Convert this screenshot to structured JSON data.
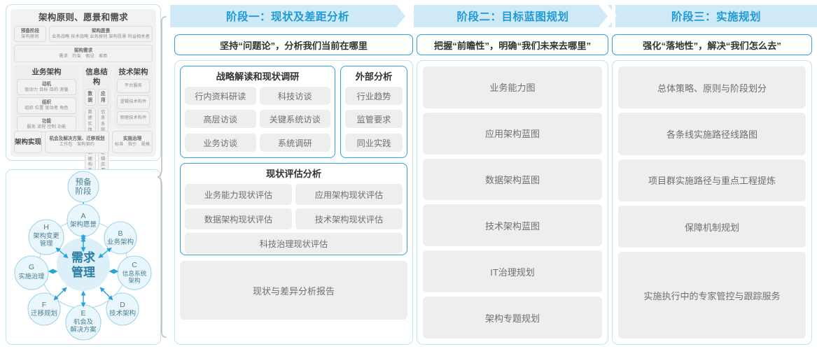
{
  "left_panel": {
    "togaf": {
      "title": "架构原则、愿景和需求",
      "row1": [
        {
          "head": "预备阶段",
          "sub": "架构原则"
        },
        {
          "head": "架构愿景",
          "sub": "业务战略 技术战略 业务原则 架构愿景 利益相关者"
        }
      ],
      "row2": {
        "head": "架构需求",
        "sub": "需求　约束　假设　差距"
      },
      "domains": [
        {
          "name": "业务架构",
          "groups": [
            {
              "head": "动机",
              "sub": "驱动力 目标 目的 测量"
            },
            {
              "head": "组织",
              "sub": "组织 位置 驱动者 角色"
            },
            {
              "head": "功能",
              "sub": "服务 流程 控制 功能"
            }
          ]
        },
        {
          "name": "信息结构",
          "columns": [
            {
              "items": [
                {
                  "head": "数据",
                  "sub": ""
                },
                {
                  "head": "",
                  "sub": "数据实体"
                },
                {
                  "head": "",
                  "sub": "逻辑数据构件"
                },
                {
                  "head": "",
                  "sub": "物理数据构件"
                }
              ]
            },
            {
              "items": [
                {
                  "head": "应用",
                  "sub": ""
                },
                {
                  "head": "",
                  "sub": "信息系统服务"
                },
                {
                  "head": "",
                  "sub": "逻辑应用构件"
                },
                {
                  "head": "",
                  "sub": "物理应用构件"
                }
              ]
            }
          ]
        },
        {
          "name": "技术架构",
          "items": [
            {
              "head": "",
              "sub": "平台服务"
            },
            {
              "head": "",
              "sub": "逻辑技术构件"
            },
            {
              "head": "",
              "sub": "物理技术构件"
            }
          ]
        }
      ],
      "row4": {
        "label": "架构实现",
        "tiles": [
          {
            "head": "机会及解决方案、迁移规划",
            "sub": "工作包　架构契约"
          },
          {
            "head": "实施治理",
            "sub": "标准　指引　规格"
          }
        ]
      }
    },
    "cycle": {
      "top_node": "预备阶段",
      "center": "需求管理",
      "nodes": [
        {
          "letter": "A",
          "label": "架构愿景"
        },
        {
          "letter": "B",
          "label": "业务架构"
        },
        {
          "letter": "C",
          "label": "信息系统架构"
        },
        {
          "letter": "D",
          "label": "技术架构"
        },
        {
          "letter": "E",
          "label": "机会及解决方案"
        },
        {
          "letter": "F",
          "label": "迁移规划"
        },
        {
          "letter": "G",
          "label": "实施治理"
        },
        {
          "letter": "H",
          "label": "架构变更管理"
        }
      ]
    }
  },
  "phases": [
    {
      "header": "阶段一：现状及差距分析",
      "subtitle": "坚持“问题论”，分析我们当前在哪里",
      "groups": [
        {
          "title": "战略解读和现状调研",
          "items": [
            "行内资料研读",
            "科技访谈",
            "高层访谈",
            "关键系统访谈",
            "业务访谈",
            "系统调研"
          ]
        },
        {
          "title": "外部分析",
          "items": [
            "行业趋势",
            "监管要求",
            "同业实践"
          ]
        },
        {
          "title": "现状评估分析",
          "items": [
            "业务能力现状评估",
            "应用架构现状评估",
            "数据架构现状评估",
            "技术架构现状评估",
            "科技治理现状评估"
          ]
        }
      ],
      "report": "现状与差异分析报告"
    },
    {
      "header": "阶段二：目标蓝图规划",
      "subtitle": "把握“前瞻性”，明确“我们未来去哪里”",
      "items": [
        "业务能力图",
        "应用架构蓝图",
        "数据架构蓝图",
        "技术架构蓝图",
        "IT治理规划",
        "架构专题规划"
      ]
    },
    {
      "header": "阶段三：实施规划",
      "subtitle": "强化“落地性”，解决“我们怎么去”",
      "items": [
        "总体策略、原则与阶段划分",
        "各条线实施路径线路图",
        "项目群实施路径与重点工程提炼",
        "保障机制规划",
        "实施执行中的专家管控与跟踪服务"
      ]
    }
  ],
  "colors": {
    "accent": "#1f9ad6",
    "header_band": "#cfe9f7",
    "border_blue": "#29a3d9",
    "border_light": "#bfe3f2",
    "chip_bg": "#eeeeee",
    "text": "#6f6f6f"
  }
}
